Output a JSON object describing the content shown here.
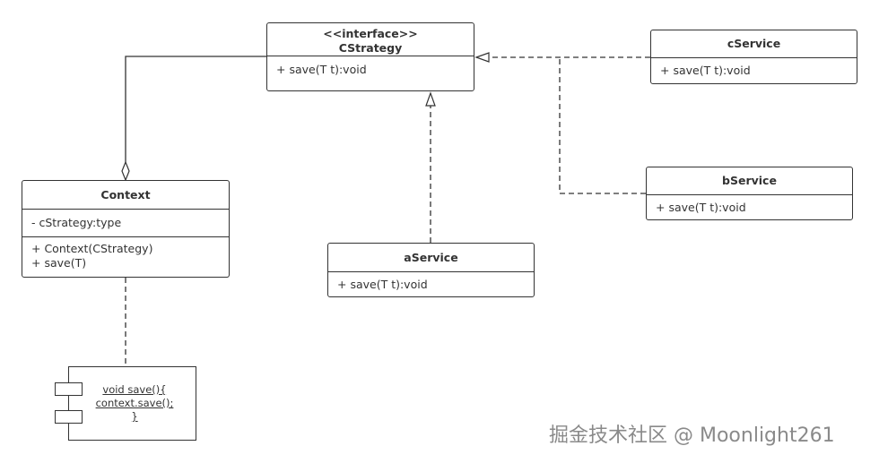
{
  "classes": {
    "cstrategy": {
      "stereotype": "<<interface>>",
      "name": "CStrategy",
      "methods": [
        "+ save(T t):void"
      ]
    },
    "context": {
      "name": "Context",
      "attributes": [
        "- cStrategy:type"
      ],
      "methods": [
        "+ Context(CStrategy)",
        "+ save(T)"
      ]
    },
    "aservice": {
      "name": "aService",
      "methods": [
        "+ save(T t):void"
      ]
    },
    "bservice": {
      "name": "bService",
      "methods": [
        "+ save(T t):void"
      ]
    },
    "cservice": {
      "name": "cService",
      "methods": [
        "+ save(T t):void"
      ]
    }
  },
  "note": {
    "lines": [
      "void save(){",
      "context.save();",
      "}"
    ]
  },
  "watermark": "掘金技术社区 @ Moonlight261"
}
